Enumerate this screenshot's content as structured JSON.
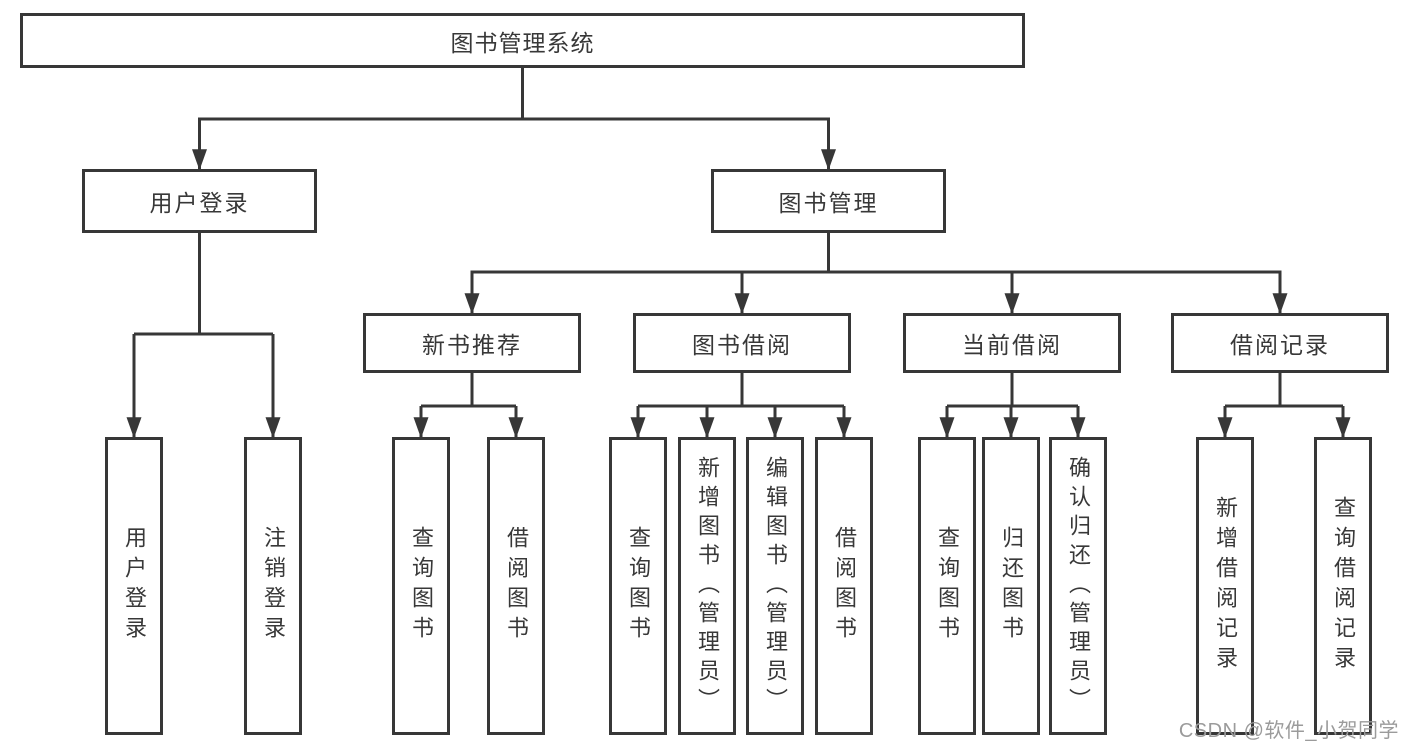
{
  "tree": {
    "root": {
      "label": "图书管理系统",
      "children": [
        {
          "label": "用户登录",
          "children": [
            {
              "label": "用户登录"
            },
            {
              "label": "注销登录"
            }
          ]
        },
        {
          "label": "图书管理",
          "children": [
            {
              "label": "新书推荐",
              "children": [
                {
                  "label": "查询图书"
                },
                {
                  "label": "借阅图书"
                }
              ]
            },
            {
              "label": "图书借阅",
              "children": [
                {
                  "label": "查询图书"
                },
                {
                  "label": "新增图书（管理员）"
                },
                {
                  "label": "编辑图书（管理员）"
                },
                {
                  "label": "借阅图书"
                }
              ]
            },
            {
              "label": "当前借阅",
              "children": [
                {
                  "label": "查询图书"
                },
                {
                  "label": "归还图书"
                },
                {
                  "label": "确认归还（管理员）"
                }
              ]
            },
            {
              "label": "借阅记录",
              "children": [
                {
                  "label": "新增借阅记录"
                },
                {
                  "label": "查询借阅记录"
                }
              ]
            }
          ]
        }
      ]
    }
  },
  "watermark": {
    "text": "CSDN @软件_小贺同学"
  },
  "colors": {
    "line": "#373737",
    "text": "#383838",
    "background": "#ffffff",
    "watermark": "#9b9b9b"
  }
}
